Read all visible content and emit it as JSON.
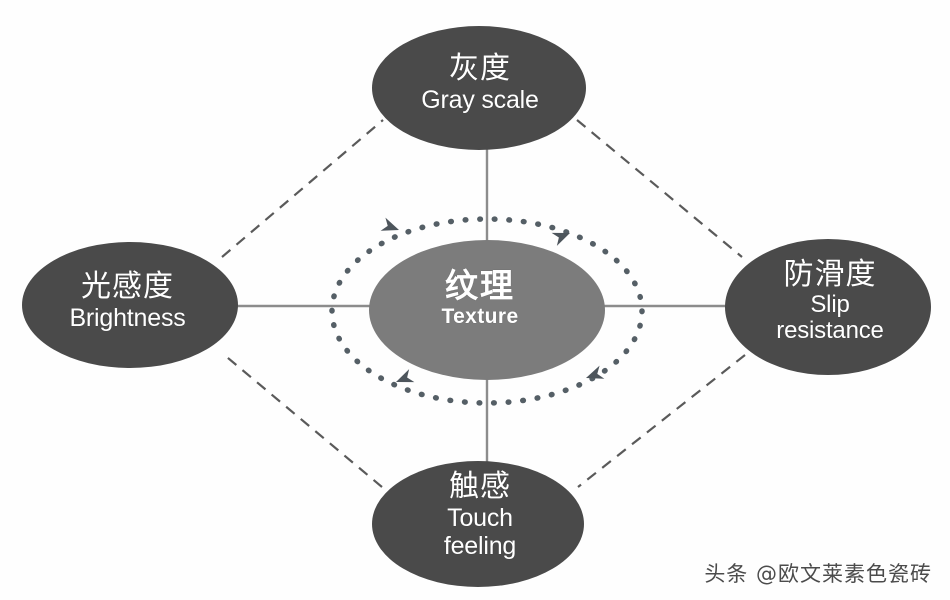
{
  "diagram": {
    "title_cn": "纹理",
    "title_en": "Texture",
    "colors": {
      "outer_node": "#4a4a4a",
      "center_node": "#7c7c7c",
      "connector_solid": "#8c8c8c",
      "connector_dashed": "#5a5a5a",
      "ring_dots": "#555f66",
      "label_text": "#ffffff",
      "background": "#fefefe",
      "watermark_text": "#3c3c3c"
    },
    "center": {
      "id": "texture",
      "cn": "纹理",
      "en": "Texture"
    },
    "nodes": [
      {
        "id": "gray-scale",
        "position": "top",
        "cn": "灰度",
        "en": "Gray scale"
      },
      {
        "id": "brightness",
        "position": "left",
        "cn": "光感度",
        "en": "Brightness"
      },
      {
        "id": "slip-resistance",
        "position": "right",
        "cn": "防滑度",
        "en": "Slip\nresistance",
        "en_line1": "Slip",
        "en_line2": "resistance"
      },
      {
        "id": "touch-feeling",
        "position": "bottom",
        "cn": "触感",
        "en": "Touch\nfeeling",
        "en_line1": "Touch",
        "en_line2": "feeling"
      }
    ],
    "connectors": {
      "solid": [
        {
          "from": "brightness",
          "to": "texture"
        },
        {
          "from": "slip-resistance",
          "to": "texture"
        },
        {
          "from": "gray-scale",
          "to": "texture"
        },
        {
          "from": "touch-feeling",
          "to": "texture"
        }
      ],
      "dashed": [
        {
          "from": "brightness",
          "to": "gray-scale"
        },
        {
          "from": "gray-scale",
          "to": "slip-resistance"
        },
        {
          "from": "slip-resistance",
          "to": "touch-feeling"
        },
        {
          "from": "touch-feeling",
          "to": "brightness"
        }
      ]
    },
    "ring": {
      "style": "dotted",
      "direction": "counter-clockwise",
      "arrow_count": 4
    }
  },
  "watermark": {
    "text": "头条 @欧文莱素色瓷砖"
  }
}
